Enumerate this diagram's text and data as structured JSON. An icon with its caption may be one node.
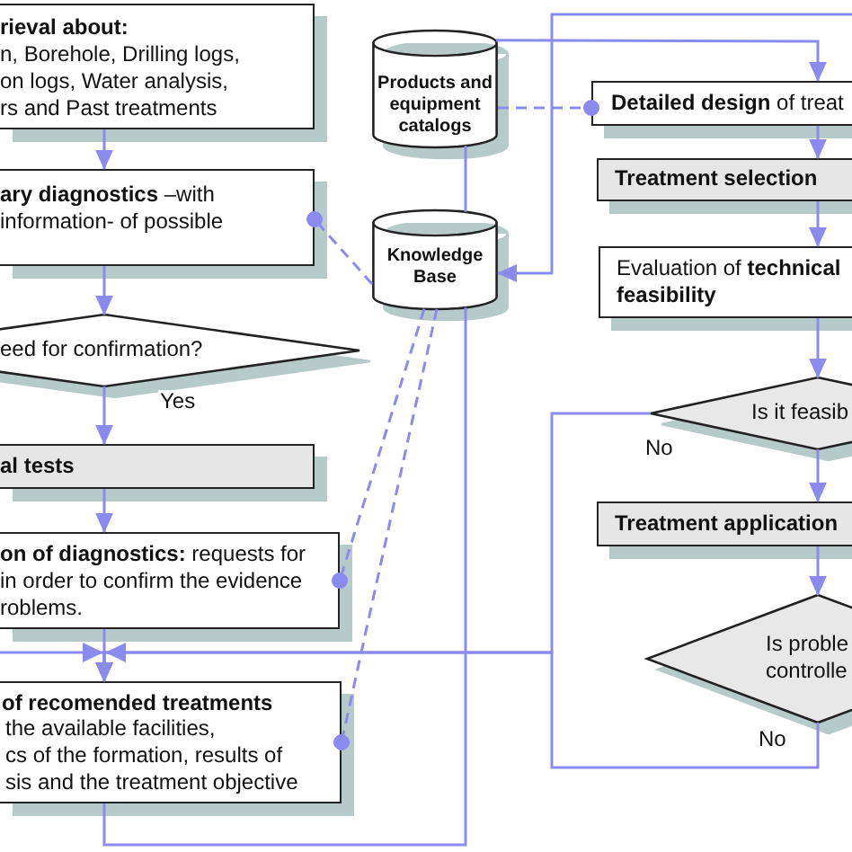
{
  "diagram": {
    "nodes": [
      {
        "text": [
          "rieval about:",
          "n, Borehole, Drilling logs, on logs, Water analysis, rs and Past treatments"
        ]
      },
      {
        "text": [
          "**ary diagnostics** –with information- of possible"
        ]
      },
      {
        "text": [
          "eed for confirmation?"
        ]
      },
      {
        "text": [
          "al tests"
        ]
      },
      {
        "text": [
          "**on of diagnostics:** requests for in order to confirm the evidence roblems."
        ]
      },
      {
        "text": [
          "of recomended treatments",
          "the available facilities, cs of the formation, results of sis and the treatment objective"
        ]
      },
      {
        "text": [
          "Products and equipment catalogs"
        ]
      },
      {
        "text": [
          "Knowledge Base"
        ]
      },
      {
        "text": [
          "**Detailed design** of treat"
        ]
      },
      {
        "text": [
          "Treatment selection"
        ]
      },
      {
        "text": [
          "Evaluation of **technical feasibility**"
        ]
      },
      {
        "text": [
          "Is it feasib"
        ]
      },
      {
        "text": [
          "Treatment application"
        ]
      },
      {
        "text": [
          "Is proble controlle"
        ]
      }
    ],
    "edges": [
      {
        "from": 0,
        "to": 1,
        "arrow": "to"
      },
      {
        "from": 1,
        "to": 2,
        "arrow": "to"
      },
      {
        "from": 2,
        "to": 3,
        "arrow": "to",
        "label": "Yes"
      },
      {
        "from": 3,
        "to": 4,
        "arrow": "to"
      },
      {
        "from": 4,
        "to": 5,
        "arrow": "to"
      },
      {
        "from": 11,
        "to": 5,
        "arrow": "to",
        "label": "No"
      },
      {
        "from": 13,
        "to": 5,
        "arrow": "to",
        "label": "No"
      },
      {
        "from": null,
        "to": 5,
        "arrow": "to"
      },
      {
        "from": 5,
        "to": 7,
        "arrow": "none"
      },
      {
        "from": 6,
        "to": 7,
        "arrow": "none"
      },
      {
        "from": null,
        "to": 7,
        "arrow": "to"
      },
      {
        "from": 6,
        "to": 8,
        "arrow": "to"
      },
      {
        "from": 6,
        "to": 8,
        "arrow": "other",
        "style": "dashed"
      },
      {
        "from": 7,
        "to": 1,
        "arrow": "other",
        "style": "dashed"
      },
      {
        "from": 7,
        "to": 4,
        "arrow": "other",
        "style": "dashed"
      },
      {
        "from": 7,
        "to": 5,
        "arrow": "other",
        "style": "dashed"
      },
      {
        "from": 8,
        "to": 9,
        "arrow": "to"
      },
      {
        "from": 9,
        "to": 10,
        "arrow": "to"
      },
      {
        "from": 10,
        "to": 11,
        "arrow": "to"
      },
      {
        "from": 11,
        "to": 12,
        "arrow": "to"
      },
      {
        "from": 12,
        "to": 13,
        "arrow": "to"
      }
    ]
  }
}
